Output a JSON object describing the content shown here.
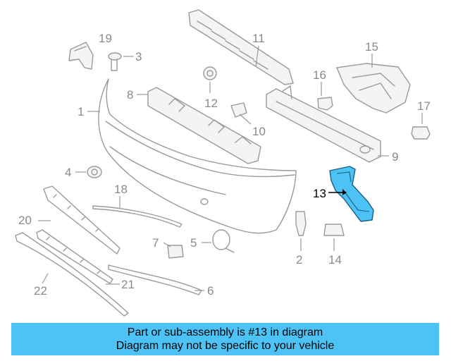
{
  "banner": {
    "line1": "Part or sub-assembly is #13 in diagram",
    "line2": "Diagram may not be specific to your vehicle",
    "background": "#4cc3f4"
  },
  "highlight_color": "#4cc3f4",
  "callouts": {
    "c1": "1",
    "c2": "2",
    "c3": "3",
    "c4": "4",
    "c5": "5",
    "c6": "6",
    "c7": "7",
    "c8": "8",
    "c9": "9",
    "c10": "10",
    "c11": "11",
    "c12": "12",
    "c13": "13",
    "c14": "14",
    "c15": "15",
    "c16": "16",
    "c17": "17",
    "c18": "18",
    "c19": "19",
    "c20": "20",
    "c21": "21",
    "c22": "22"
  }
}
